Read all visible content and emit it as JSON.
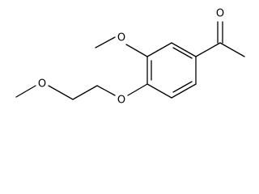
{
  "molecule": {
    "atoms": {
      "o_ketone": "O",
      "o_methoxy": "O",
      "o_aryl_ether": "O",
      "o_terminal_ether": "O"
    }
  },
  "colors": {
    "bond": "#000000",
    "text": "#000000",
    "background": "#ffffff"
  }
}
